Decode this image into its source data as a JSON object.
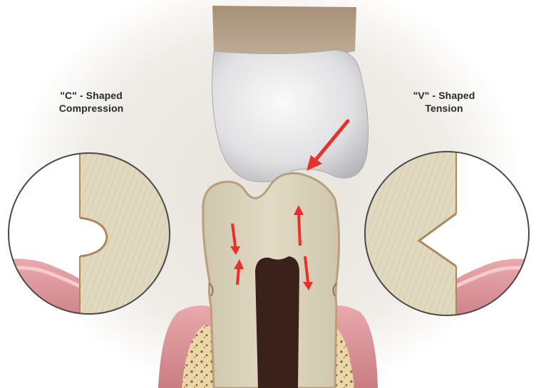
{
  "labels": {
    "left": {
      "line1": "\"C\" - Shaped",
      "line2": "Compression"
    },
    "right": {
      "line1": "\"V\" - Shaped",
      "line2": "Tension"
    }
  },
  "colors": {
    "tooth_enamel": "#ddd5bf",
    "tooth_outline": "#b79f7f",
    "pulp": "#3a2119",
    "upper_crown": "#e4e4e6",
    "root_top": "#a8947c",
    "gum": "#d9969b",
    "gum_light": "#f3c9c9",
    "bone": "#e6cf9c",
    "arrow": "#e8312b",
    "background_glow": "#eeeae4",
    "circle_border": "#4a4a4a"
  }
}
